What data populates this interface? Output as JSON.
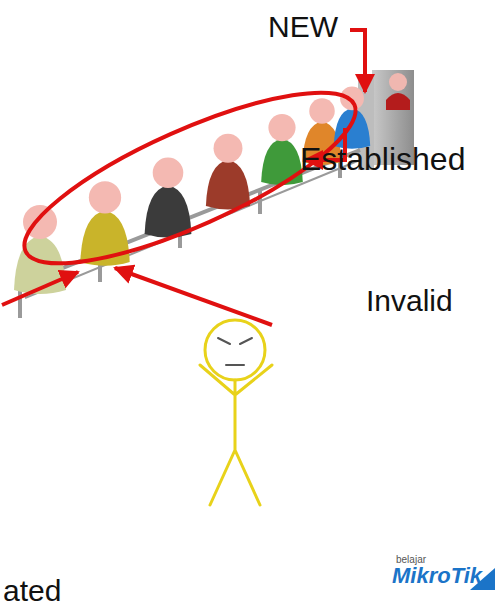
{
  "diagram": {
    "labels": [
      "NEW",
      "Established",
      "Invalid",
      "ated",
      "belajar",
      "MikroTik"
    ]
  }
}
